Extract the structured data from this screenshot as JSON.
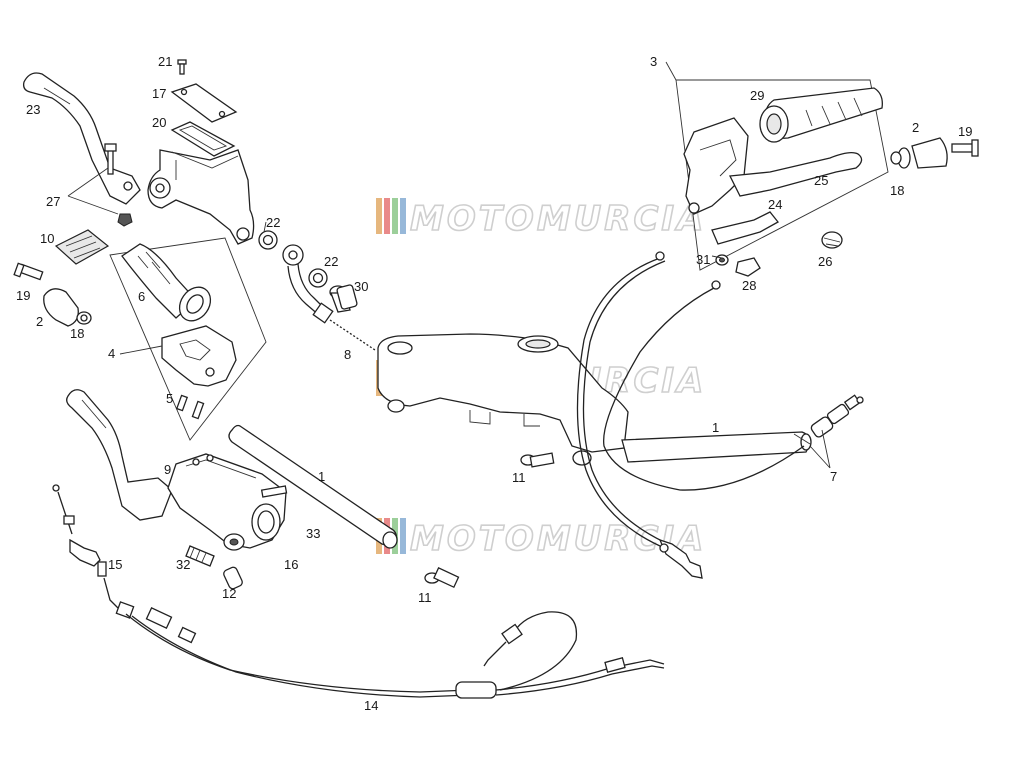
{
  "watermark": {
    "text": "MOTOMURCIA",
    "stripe_colors": [
      "#e6b77e",
      "#e98a8a",
      "#9ccf9a",
      "#97b8d9"
    ]
  },
  "callouts": [
    {
      "id": "c23",
      "text": "23"
    },
    {
      "id": "c21",
      "text": "21"
    },
    {
      "id": "c17",
      "text": "17"
    },
    {
      "id": "c20",
      "text": "20"
    },
    {
      "id": "c27",
      "text": "27"
    },
    {
      "id": "c22a",
      "text": "22"
    },
    {
      "id": "c10",
      "text": "10"
    },
    {
      "id": "c6",
      "text": "6"
    },
    {
      "id": "c19a",
      "text": "19"
    },
    {
      "id": "c2a",
      "text": "2"
    },
    {
      "id": "c18a",
      "text": "18"
    },
    {
      "id": "c4",
      "text": "4"
    },
    {
      "id": "c5",
      "text": "5"
    },
    {
      "id": "c22b",
      "text": "22"
    },
    {
      "id": "c30",
      "text": "30"
    },
    {
      "id": "c8",
      "text": "8"
    },
    {
      "id": "c3",
      "text": "3"
    },
    {
      "id": "c29",
      "text": "29"
    },
    {
      "id": "c2b",
      "text": "2"
    },
    {
      "id": "c19b",
      "text": "19"
    },
    {
      "id": "c18b",
      "text": "18"
    },
    {
      "id": "c25",
      "text": "25"
    },
    {
      "id": "c24",
      "text": "24"
    },
    {
      "id": "c26",
      "text": "26"
    },
    {
      "id": "c31",
      "text": "31"
    },
    {
      "id": "c28",
      "text": "28"
    },
    {
      "id": "c9",
      "text": "9"
    },
    {
      "id": "c1a",
      "text": "1"
    },
    {
      "id": "c1b",
      "text": "1"
    },
    {
      "id": "c11a",
      "text": "11"
    },
    {
      "id": "c7",
      "text": "7"
    },
    {
      "id": "c33",
      "text": "33"
    },
    {
      "id": "c16",
      "text": "16"
    },
    {
      "id": "c32",
      "text": "32"
    },
    {
      "id": "c15",
      "text": "15"
    },
    {
      "id": "c12",
      "text": "12"
    },
    {
      "id": "c11b",
      "text": "11"
    },
    {
      "id": "c14",
      "text": "14"
    }
  ]
}
